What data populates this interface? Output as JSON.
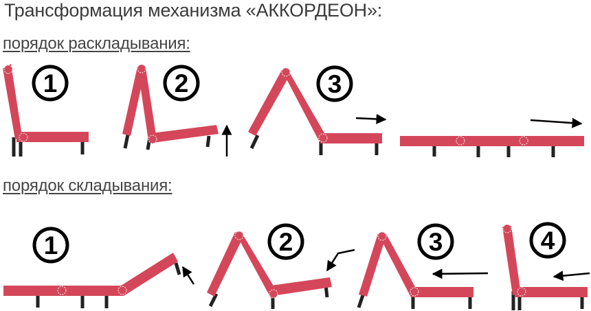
{
  "title": "Трансформация механизма «АККОРДЕОН»:",
  "sections": {
    "unfold": {
      "heading": "порядок раскладывания:",
      "steps": [
        "1",
        "2",
        "3"
      ]
    },
    "fold": {
      "heading": "порядок складывания:",
      "steps": [
        "1",
        "2",
        "3",
        "4"
      ]
    }
  },
  "colors": {
    "panel": "#d4475a",
    "leg": "#222222",
    "arrow": "#000000",
    "hinge": "#f2d6da"
  }
}
